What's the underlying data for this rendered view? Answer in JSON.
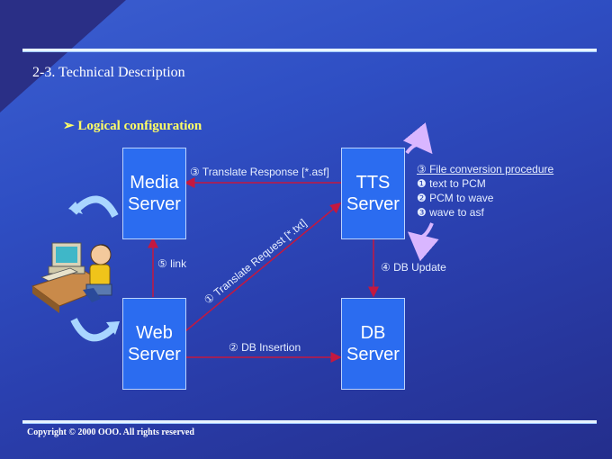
{
  "slide": {
    "title": "2-3. Technical Description",
    "subtitle": "Logical configuration",
    "subtitle_bullet": "➢",
    "copyright": "Copyright © 2000 OOO. All rights reserved"
  },
  "nodes": {
    "media_server": [
      "Media",
      "Server"
    ],
    "tts_server": [
      "TTS",
      "Server"
    ],
    "web_server": [
      "Web",
      "Server"
    ],
    "db_server": [
      "DB",
      "Server"
    ]
  },
  "edges": {
    "translate_response": "③ Translate Response [*.asf]",
    "translate_request": "① Translate Request [*.txt]",
    "link": "⑤ link",
    "db_update": "④ DB Update",
    "db_insertion": "② DB Insertion"
  },
  "procedure": {
    "header": "③ File conversion procedure",
    "steps": [
      "❶ text to PCM",
      "❷ PCM to wave",
      "❸ wave to asf"
    ]
  },
  "colors": {
    "arrow": "#c41840",
    "box_fill": "#2b6cf0",
    "title_yellow": "#ffff66"
  },
  "icons": [
    "user-at-computer-icon",
    "curved-arrow-icon"
  ]
}
